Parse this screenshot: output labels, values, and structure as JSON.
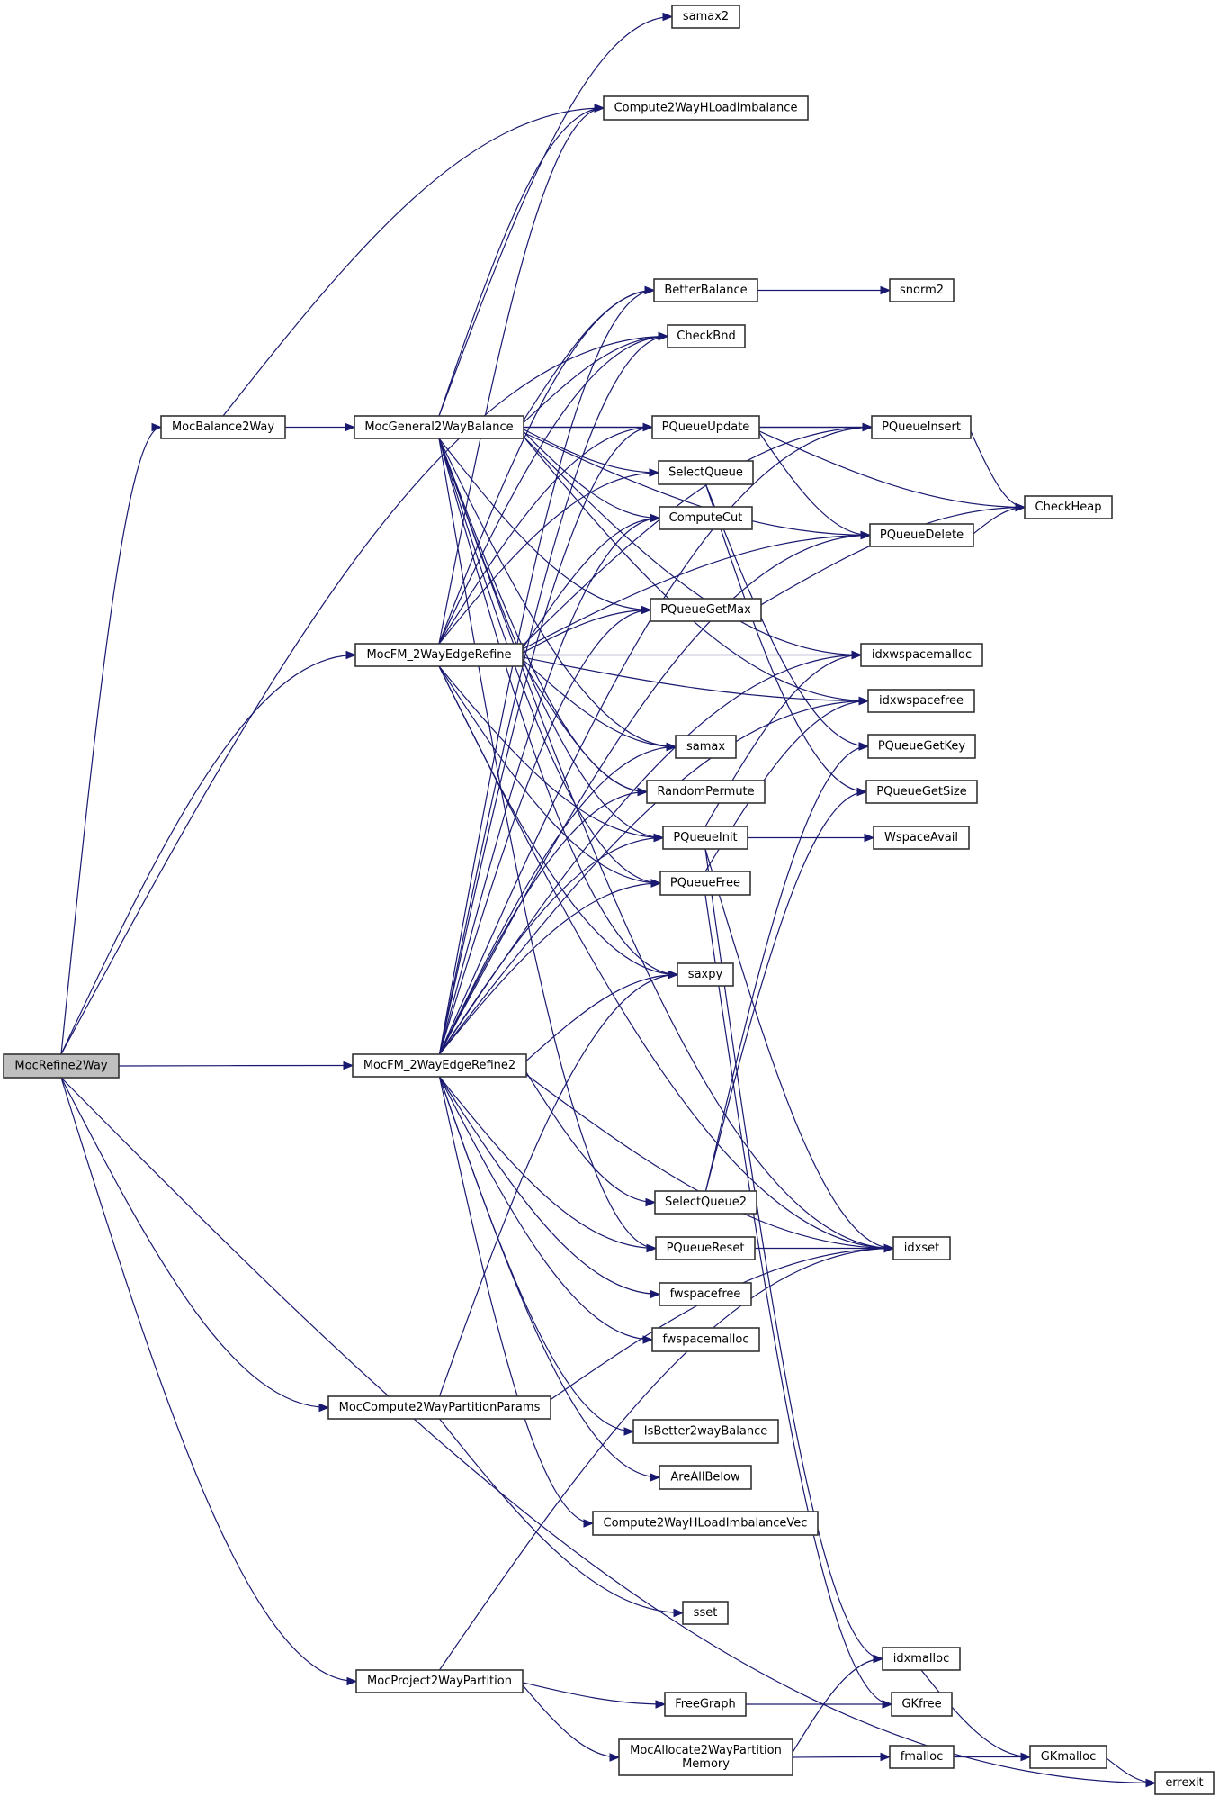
{
  "graph": {
    "title": "Call graph of MocRefine2Way",
    "root": "MocRefine2Way",
    "colors": {
      "edge": "#191970",
      "node_border": "#333333",
      "root_fill": "#bfbfbf",
      "node_fill": "#ffffff"
    },
    "nodes": [
      {
        "id": "MocRefine2Way",
        "label": [
          "MocRefine2Way"
        ]
      },
      {
        "id": "MocBalance2Way",
        "label": [
          "MocBalance2Way"
        ]
      },
      {
        "id": "MocGeneral2WayBalance",
        "label": [
          "MocGeneral2WayBalance"
        ]
      },
      {
        "id": "MocFM_2WayEdgeRefine",
        "label": [
          "MocFM_2WayEdgeRefine"
        ]
      },
      {
        "id": "MocFM_2WayEdgeRefine2",
        "label": [
          "MocFM_2WayEdgeRefine2"
        ]
      },
      {
        "id": "MocCompute2WayPartitionParams",
        "label": [
          "MocCompute2WayPartitionParams"
        ]
      },
      {
        "id": "MocProject2WayPartition",
        "label": [
          "MocProject2WayPartition"
        ]
      },
      {
        "id": "samax2",
        "label": [
          "samax2"
        ]
      },
      {
        "id": "Compute2WayHLoadImbalance",
        "label": [
          "Compute2WayHLoadImbalance"
        ]
      },
      {
        "id": "BetterBalance",
        "label": [
          "BetterBalance"
        ]
      },
      {
        "id": "CheckBnd",
        "label": [
          "CheckBnd"
        ]
      },
      {
        "id": "PQueueUpdate",
        "label": [
          "PQueueUpdate"
        ]
      },
      {
        "id": "SelectQueue",
        "label": [
          "SelectQueue"
        ]
      },
      {
        "id": "ComputeCut",
        "label": [
          "ComputeCut"
        ]
      },
      {
        "id": "PQueueGetMax",
        "label": [
          "PQueueGetMax"
        ]
      },
      {
        "id": "samax",
        "label": [
          "samax"
        ]
      },
      {
        "id": "RandomPermute",
        "label": [
          "RandomPermute"
        ]
      },
      {
        "id": "PQueueInit",
        "label": [
          "PQueueInit"
        ]
      },
      {
        "id": "PQueueFree",
        "label": [
          "PQueueFree"
        ]
      },
      {
        "id": "saxpy",
        "label": [
          "saxpy"
        ]
      },
      {
        "id": "SelectQueue2",
        "label": [
          "SelectQueue2"
        ]
      },
      {
        "id": "PQueueReset",
        "label": [
          "PQueueReset"
        ]
      },
      {
        "id": "fwspacefree",
        "label": [
          "fwspacefree"
        ]
      },
      {
        "id": "fwspacemalloc",
        "label": [
          "fwspacemalloc"
        ]
      },
      {
        "id": "IsBetter2wayBalance",
        "label": [
          "IsBetter2wayBalance"
        ]
      },
      {
        "id": "AreAllBelow",
        "label": [
          "AreAllBelow"
        ]
      },
      {
        "id": "Compute2WayHLoadImbalanceVec",
        "label": [
          "Compute2WayHLoadImbalanceVec"
        ]
      },
      {
        "id": "sset",
        "label": [
          "sset"
        ]
      },
      {
        "id": "FreeGraph",
        "label": [
          "FreeGraph"
        ]
      },
      {
        "id": "MocAllocate2WayPartitionMemory",
        "label": [
          "MocAllocate2WayPartition",
          "Memory"
        ]
      },
      {
        "id": "snorm2",
        "label": [
          "snorm2"
        ]
      },
      {
        "id": "PQueueInsert",
        "label": [
          "PQueueInsert"
        ]
      },
      {
        "id": "PQueueDelete",
        "label": [
          "PQueueDelete"
        ]
      },
      {
        "id": "idxwspacemalloc",
        "label": [
          "idxwspacemalloc"
        ]
      },
      {
        "id": "idxwspacefree",
        "label": [
          "idxwspacefree"
        ]
      },
      {
        "id": "PQueueGetKey",
        "label": [
          "PQueueGetKey"
        ]
      },
      {
        "id": "PQueueGetSize",
        "label": [
          "PQueueGetSize"
        ]
      },
      {
        "id": "WspaceAvail",
        "label": [
          "WspaceAvail"
        ]
      },
      {
        "id": "idxset",
        "label": [
          "idxset"
        ]
      },
      {
        "id": "idxmalloc",
        "label": [
          "idxmalloc"
        ]
      },
      {
        "id": "GKfree",
        "label": [
          "GKfree"
        ]
      },
      {
        "id": "fmalloc",
        "label": [
          "fmalloc"
        ]
      },
      {
        "id": "CheckHeap",
        "label": [
          "CheckHeap"
        ]
      },
      {
        "id": "GKmalloc",
        "label": [
          "GKmalloc"
        ]
      },
      {
        "id": "errexit",
        "label": [
          "errexit"
        ]
      }
    ],
    "edges": [
      [
        "MocRefine2Way",
        "MocBalance2Way"
      ],
      [
        "MocRefine2Way",
        "CheckBnd"
      ],
      [
        "MocRefine2Way",
        "MocFM_2WayEdgeRefine"
      ],
      [
        "MocRefine2Way",
        "MocFM_2WayEdgeRefine2"
      ],
      [
        "MocRefine2Way",
        "MocCompute2WayPartitionParams"
      ],
      [
        "MocRefine2Way",
        "MocProject2WayPartition"
      ],
      [
        "MocRefine2Way",
        "errexit"
      ],
      [
        "MocBalance2Way",
        "MocGeneral2WayBalance"
      ],
      [
        "MocBalance2Way",
        "Compute2WayHLoadImbalance"
      ],
      [
        "MocGeneral2WayBalance",
        "samax2"
      ],
      [
        "MocGeneral2WayBalance",
        "Compute2WayHLoadImbalance"
      ],
      [
        "MocGeneral2WayBalance",
        "BetterBalance"
      ],
      [
        "MocGeneral2WayBalance",
        "CheckBnd"
      ],
      [
        "MocGeneral2WayBalance",
        "PQueueUpdate"
      ],
      [
        "MocGeneral2WayBalance",
        "SelectQueue"
      ],
      [
        "MocGeneral2WayBalance",
        "ComputeCut"
      ],
      [
        "MocGeneral2WayBalance",
        "PQueueGetMax"
      ],
      [
        "MocGeneral2WayBalance",
        "samax"
      ],
      [
        "MocGeneral2WayBalance",
        "RandomPermute"
      ],
      [
        "MocGeneral2WayBalance",
        "PQueueInit"
      ],
      [
        "MocGeneral2WayBalance",
        "PQueueFree"
      ],
      [
        "MocGeneral2WayBalance",
        "saxpy"
      ],
      [
        "MocGeneral2WayBalance",
        "PQueueReset"
      ],
      [
        "MocGeneral2WayBalance",
        "PQueueInsert"
      ],
      [
        "MocGeneral2WayBalance",
        "PQueueDelete"
      ],
      [
        "MocGeneral2WayBalance",
        "idxwspacemalloc"
      ],
      [
        "MocGeneral2WayBalance",
        "idxwspacefree"
      ],
      [
        "MocGeneral2WayBalance",
        "idxset"
      ],
      [
        "MocFM_2WayEdgeRefine",
        "Compute2WayHLoadImbalance"
      ],
      [
        "MocFM_2WayEdgeRefine",
        "BetterBalance"
      ],
      [
        "MocFM_2WayEdgeRefine",
        "CheckBnd"
      ],
      [
        "MocFM_2WayEdgeRefine",
        "PQueueUpdate"
      ],
      [
        "MocFM_2WayEdgeRefine",
        "SelectQueue"
      ],
      [
        "MocFM_2WayEdgeRefine",
        "ComputeCut"
      ],
      [
        "MocFM_2WayEdgeRefine",
        "PQueueGetMax"
      ],
      [
        "MocFM_2WayEdgeRefine",
        "samax"
      ],
      [
        "MocFM_2WayEdgeRefine",
        "RandomPermute"
      ],
      [
        "MocFM_2WayEdgeRefine",
        "PQueueInit"
      ],
      [
        "MocFM_2WayEdgeRefine",
        "PQueueFree"
      ],
      [
        "MocFM_2WayEdgeRefine",
        "saxpy"
      ],
      [
        "MocFM_2WayEdgeRefine",
        "PQueueInsert"
      ],
      [
        "MocFM_2WayEdgeRefine",
        "PQueueDelete"
      ],
      [
        "MocFM_2WayEdgeRefine",
        "idxwspacemalloc"
      ],
      [
        "MocFM_2WayEdgeRefine",
        "idxwspacefree"
      ],
      [
        "MocFM_2WayEdgeRefine",
        "idxset"
      ],
      [
        "MocFM_2WayEdgeRefine2",
        "BetterBalance"
      ],
      [
        "MocFM_2WayEdgeRefine2",
        "CheckBnd"
      ],
      [
        "MocFM_2WayEdgeRefine2",
        "PQueueUpdate"
      ],
      [
        "MocFM_2WayEdgeRefine2",
        "ComputeCut"
      ],
      [
        "MocFM_2WayEdgeRefine2",
        "PQueueGetMax"
      ],
      [
        "MocFM_2WayEdgeRefine2",
        "samax"
      ],
      [
        "MocFM_2WayEdgeRefine2",
        "RandomPermute"
      ],
      [
        "MocFM_2WayEdgeRefine2",
        "PQueueInit"
      ],
      [
        "MocFM_2WayEdgeRefine2",
        "PQueueFree"
      ],
      [
        "MocFM_2WayEdgeRefine2",
        "saxpy"
      ],
      [
        "MocFM_2WayEdgeRefine2",
        "SelectQueue2"
      ],
      [
        "MocFM_2WayEdgeRefine2",
        "PQueueReset"
      ],
      [
        "MocFM_2WayEdgeRefine2",
        "fwspacefree"
      ],
      [
        "MocFM_2WayEdgeRefine2",
        "fwspacemalloc"
      ],
      [
        "MocFM_2WayEdgeRefine2",
        "IsBetter2wayBalance"
      ],
      [
        "MocFM_2WayEdgeRefine2",
        "AreAllBelow"
      ],
      [
        "MocFM_2WayEdgeRefine2",
        "Compute2WayHLoadImbalanceVec"
      ],
      [
        "MocFM_2WayEdgeRefine2",
        "PQueueInsert"
      ],
      [
        "MocFM_2WayEdgeRefine2",
        "PQueueDelete"
      ],
      [
        "MocFM_2WayEdgeRefine2",
        "idxwspacemalloc"
      ],
      [
        "MocFM_2WayEdgeRefine2",
        "idxwspacefree"
      ],
      [
        "MocFM_2WayEdgeRefine2",
        "idxset"
      ],
      [
        "MocCompute2WayPartitionParams",
        "saxpy"
      ],
      [
        "MocCompute2WayPartitionParams",
        "idxset"
      ],
      [
        "MocCompute2WayPartitionParams",
        "sset"
      ],
      [
        "MocProject2WayPartition",
        "idxset"
      ],
      [
        "MocProject2WayPartition",
        "FreeGraph"
      ],
      [
        "MocProject2WayPartition",
        "MocAllocate2WayPartitionMemory"
      ],
      [
        "BetterBalance",
        "snorm2"
      ],
      [
        "PQueueUpdate",
        "PQueueInsert"
      ],
      [
        "PQueueUpdate",
        "PQueueDelete"
      ],
      [
        "PQueueUpdate",
        "CheckHeap"
      ],
      [
        "SelectQueue",
        "PQueueGetKey"
      ],
      [
        "SelectQueue",
        "PQueueGetSize"
      ],
      [
        "PQueueGetMax",
        "CheckHeap"
      ],
      [
        "PQueueInsert",
        "CheckHeap"
      ],
      [
        "PQueueDelete",
        "CheckHeap"
      ],
      [
        "PQueueInit",
        "WspaceAvail"
      ],
      [
        "PQueueInit",
        "idxwspacemalloc"
      ],
      [
        "PQueueInit",
        "idxset"
      ],
      [
        "PQueueInit",
        "idxmalloc"
      ],
      [
        "PQueueFree",
        "idxwspacefree"
      ],
      [
        "PQueueFree",
        "GKfree"
      ],
      [
        "SelectQueue2",
        "PQueueGetKey"
      ],
      [
        "SelectQueue2",
        "PQueueGetSize"
      ],
      [
        "PQueueReset",
        "idxset"
      ],
      [
        "FreeGraph",
        "GKfree"
      ],
      [
        "MocAllocate2WayPartitionMemory",
        "idxmalloc"
      ],
      [
        "MocAllocate2WayPartitionMemory",
        "fmalloc"
      ],
      [
        "idxmalloc",
        "GKmalloc"
      ],
      [
        "fmalloc",
        "GKmalloc"
      ],
      [
        "GKmalloc",
        "errexit"
      ]
    ]
  }
}
